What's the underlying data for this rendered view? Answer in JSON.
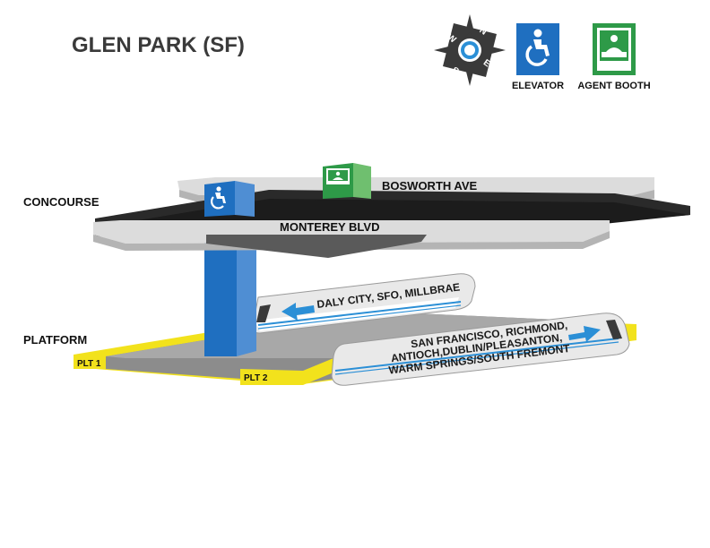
{
  "title": "GLEN PARK (SF)",
  "legend": {
    "compass": {
      "letters": [
        "N",
        "E",
        "S",
        "W"
      ],
      "icon": "compass-rose-icon"
    },
    "elevator_label": "ELEVATOR",
    "elevator_icon": "accessible-wheelchair-icon",
    "agent_booth_label": "AGENT BOOTH",
    "agent_booth_icon": "agent-booth-icon",
    "colors": {
      "elevator": "#1f6fc0",
      "agent_booth": "#2e9a48",
      "platform_edge": "#f2e21c",
      "track_stripe": "#2b8fd6"
    }
  },
  "levels": {
    "concourse": "CONCOURSE",
    "platform": "PLATFORM"
  },
  "streets": {
    "north": "BOSWORTH AVE",
    "south": "MONTEREY BLVD"
  },
  "platforms": {
    "plt1": "PLT 1",
    "plt2": "PLT 2"
  },
  "trains": {
    "northbound": {
      "direction": "left",
      "line1": "DALY CITY, SFO, MILLBRAE"
    },
    "southbound": {
      "direction": "right",
      "line1": "SAN FRANCISCO, RICHMOND,",
      "line2": "ANTIOCH,DUBLIN/PLEASANTON,",
      "line3": "WARM SPRINGS/SOUTH FREMONT"
    }
  }
}
